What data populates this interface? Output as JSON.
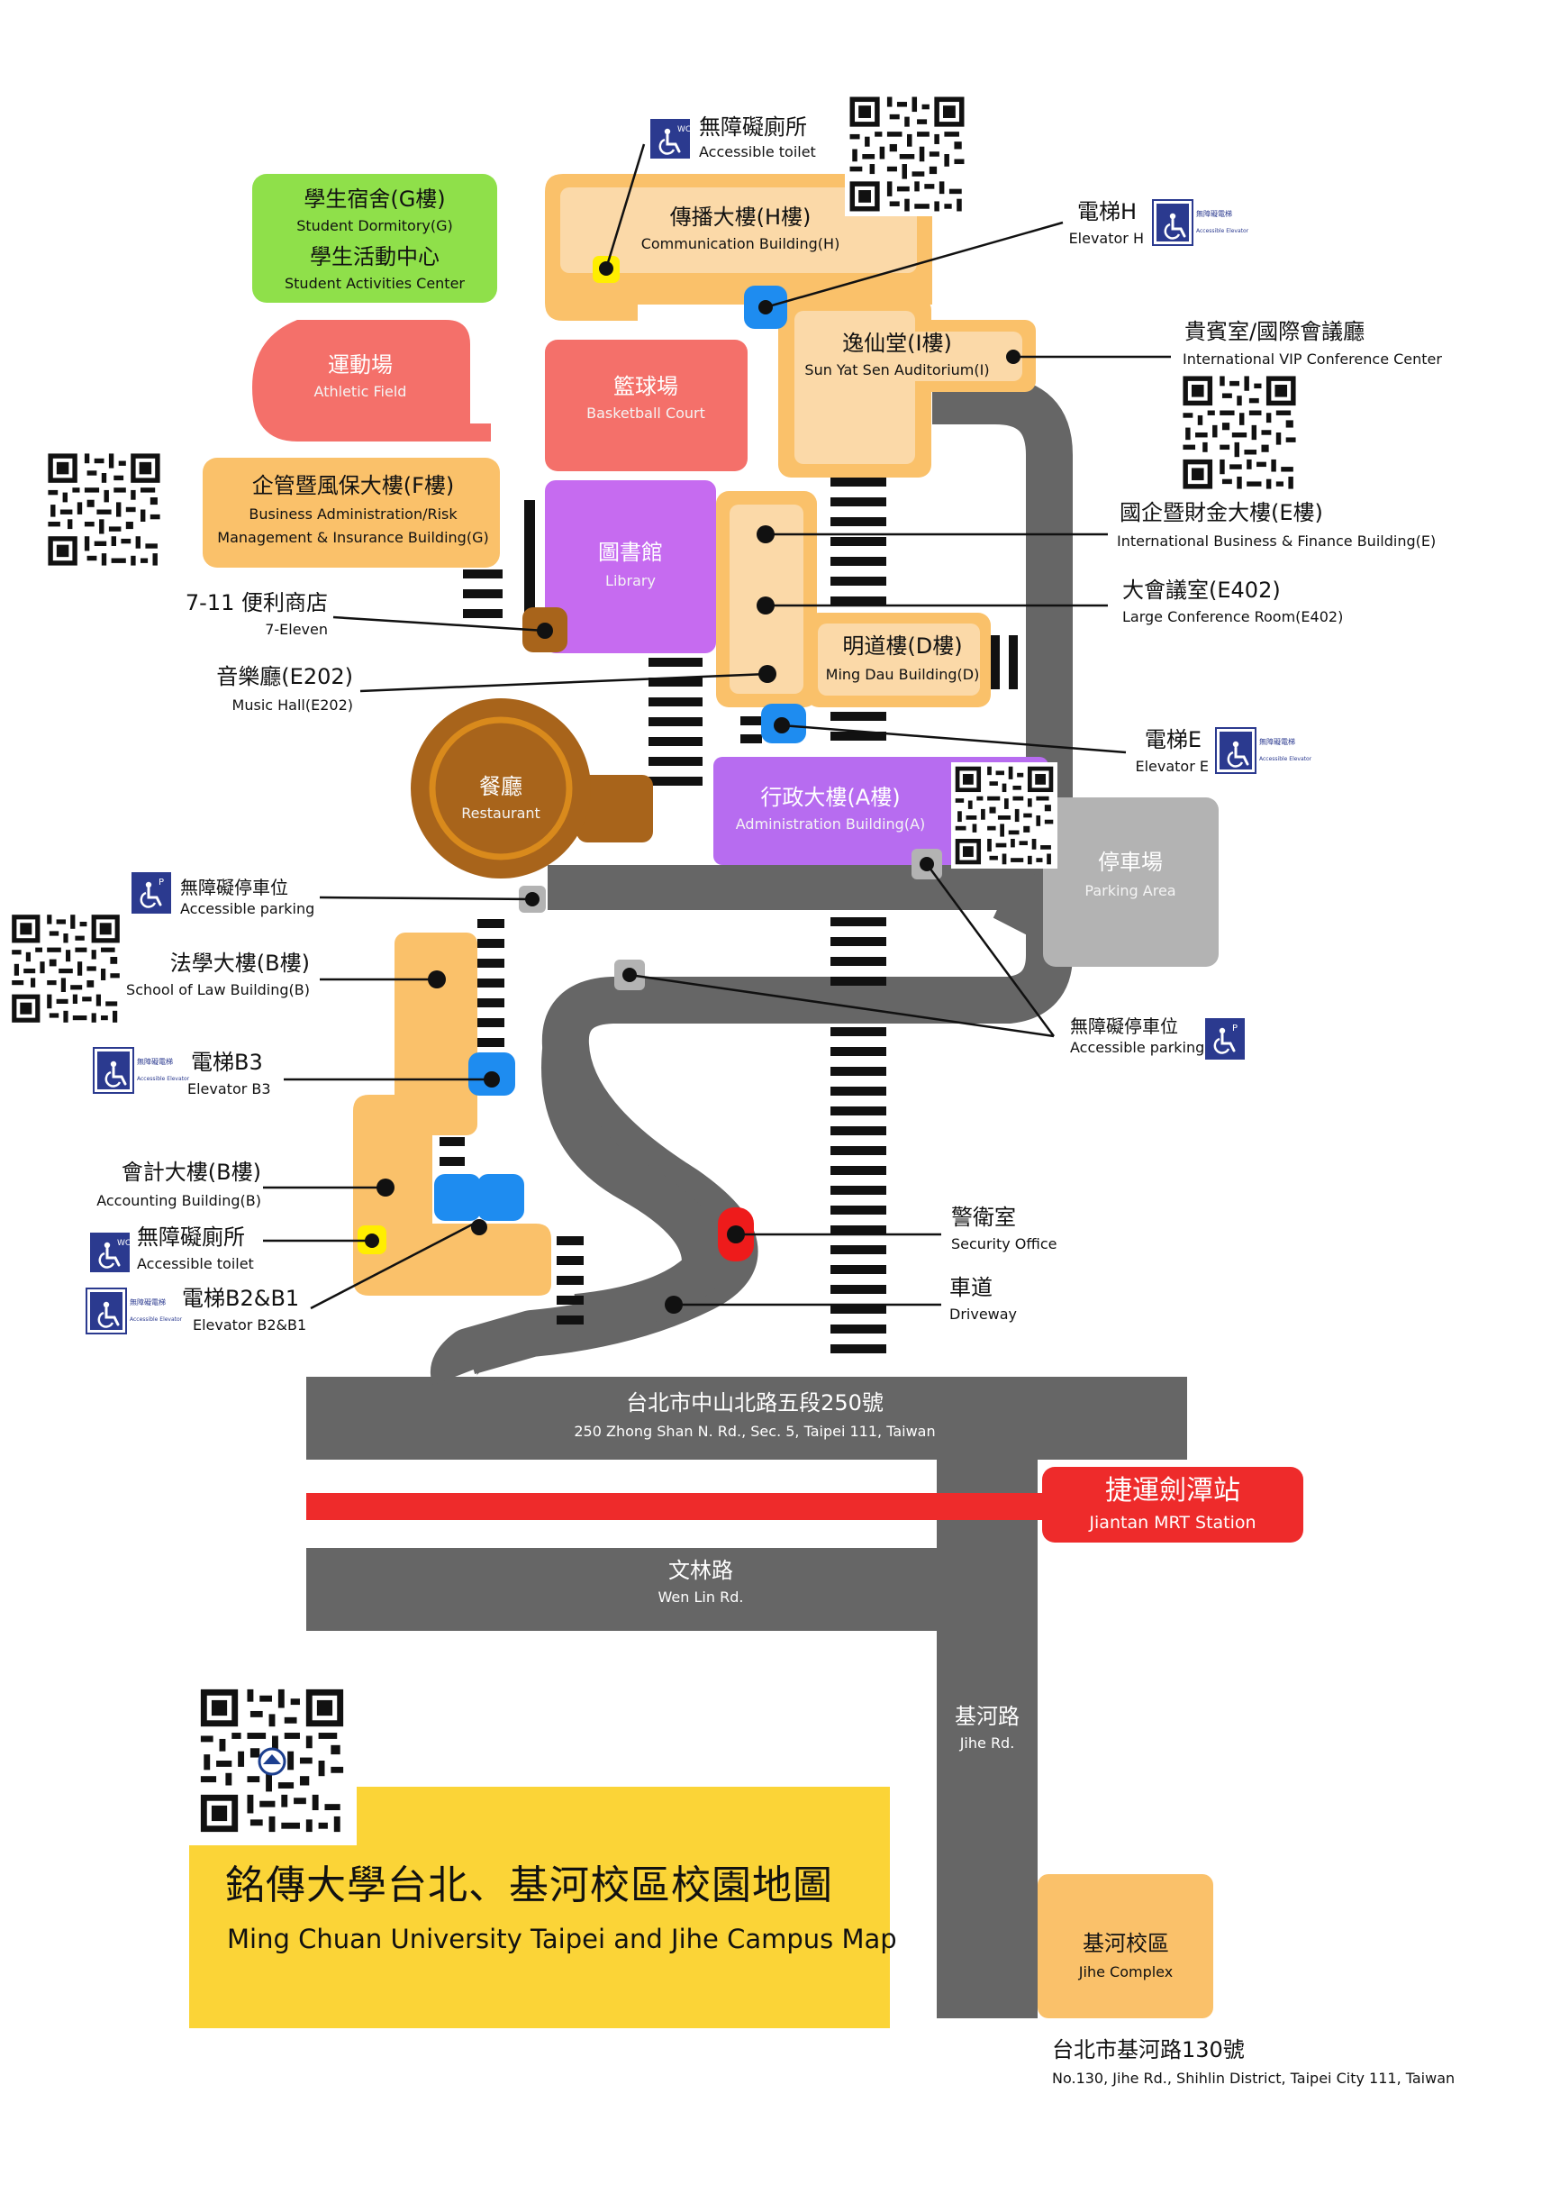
{
  "map_title": {
    "zh": "銘傳大學台北、基河校區校園地圖",
    "en": "Ming Chuan University Taipei and Jihe Campus Map"
  },
  "colors": {
    "building": "#fac16a",
    "building_light": "#fbd9a8",
    "dormitory": "#8fe04a",
    "field": "#f4706a",
    "library": "#c66bf0",
    "admin": "#b76cf0",
    "restaurant": "#a8641b",
    "road": "#666666",
    "parking": "#b3b3b3",
    "mrt": "#ee2b2b",
    "elevator_marker": "#1e8cf0",
    "toilet_marker": "#ffee00",
    "security_marker": "#ee1b1b",
    "title_box": "#fbd437",
    "icon_blue": "#2b3a8f"
  },
  "buildings": {
    "dormitory": {
      "zh1": "學生宿舍(G樓)",
      "en1": "Student Dormitory(G)",
      "zh2": "學生活動中心",
      "en2": "Student Activities Center"
    },
    "athletic_field": {
      "zh": "運動場",
      "en": "Athletic Field"
    },
    "basketball_court": {
      "zh": "籃球場",
      "en": "Basketball Court"
    },
    "communication": {
      "zh": "傳播大樓(H樓)",
      "en": "Communication Building(H)"
    },
    "sun_yat_sen": {
      "zh": "逸仙堂(I樓)",
      "en": "Sun Yat Sen Auditorium(I)"
    },
    "business_admin": {
      "zh": "企管暨風保大樓(F樓)",
      "en1": "Business Administration/Risk",
      "en2": "Management & Insurance Building(G)"
    },
    "library": {
      "zh": "圖書館",
      "en": "Library"
    },
    "ming_dau": {
      "zh": "明道樓(D樓)",
      "en": "Ming Dau Building(D)"
    },
    "restaurant": {
      "zh": "餐廳",
      "en": "Restaurant"
    },
    "administration": {
      "zh": "行政大樓(A樓)",
      "en": "Administration Building(A)"
    },
    "parking_area": {
      "zh": "停車場",
      "en": "Parking Area"
    },
    "mrt_station": {
      "zh": "捷運劍潭站",
      "en": "Jiantan MRT Station"
    },
    "jihe_complex": {
      "zh": "基河校區",
      "en": "Jihe Complex"
    }
  },
  "callouts": {
    "toilet_top": {
      "zh": "無障礙廁所",
      "en": "Accessible toilet"
    },
    "elevator_h": {
      "zh": "電梯H",
      "en": "Elevator H"
    },
    "vip_center": {
      "zh": "貴賓室/國際會議廳",
      "en": "International VIP Conference Center"
    },
    "building_e": {
      "zh": "國企暨財金大樓(E樓)",
      "en": "International Business & Finance Building(E)"
    },
    "conference_e402": {
      "zh": "大會議室(E402)",
      "en": "Large Conference Room(E402)"
    },
    "seven_eleven": {
      "zh": "7-11 便利商店",
      "en": "7-Eleven"
    },
    "music_hall": {
      "zh": "音樂廳(E202)",
      "en": "Music Hall(E202)"
    },
    "elevator_e": {
      "zh": "電梯E",
      "en": "Elevator E"
    },
    "parking_left": {
      "zh": "無障礙停車位",
      "en": "Accessible parking"
    },
    "law_building": {
      "zh": "法學大樓(B樓)",
      "en": "School of Law Building(B)"
    },
    "parking_right": {
      "zh": "無障礙停車位",
      "en": "Accessible parking"
    },
    "elevator_b3": {
      "zh": "電梯B3",
      "en": "Elevator B3"
    },
    "accounting": {
      "zh": "會計大樓(B樓)",
      "en": "Accounting Building(B)"
    },
    "toilet_bottom": {
      "zh": "無障礙廁所",
      "en": "Accessible toilet"
    },
    "security_office": {
      "zh": "警衛室",
      "en": "Security Office"
    },
    "elevator_b2b1": {
      "zh": "電梯B2&B1",
      "en": "Elevator B2&B1"
    },
    "driveway": {
      "zh": "車道",
      "en": "Driveway"
    }
  },
  "roads": {
    "zhongshan": {
      "zh": "台北市中山北路五段250號",
      "en": "250 Zhong Shan N. Rd., Sec. 5, Taipei 111, Taiwan"
    },
    "wenlin": {
      "zh": "文林路",
      "en": "Wen Lin Rd."
    },
    "jihe": {
      "zh": "基河路",
      "en": "Jihe Rd."
    }
  },
  "jihe_address": {
    "zh": "台北市基河路130號",
    "en": "No.130, Jihe Rd., Shihlin District, Taipei City 111, Taiwan"
  },
  "icons": {
    "accessible_toilet": "wheelchair-wc-icon",
    "accessible_elevator": "accessible-elevator-icon",
    "accessible_parking": "wheelchair-parking-icon",
    "qr_code": "qr-code-icon",
    "university_logo": "university-logo-icon"
  },
  "icon_labels": {
    "wc": "WC",
    "p": "P",
    "elevator_zh": "無障礙電梯",
    "elevator_en": "Accessible Elevator"
  }
}
